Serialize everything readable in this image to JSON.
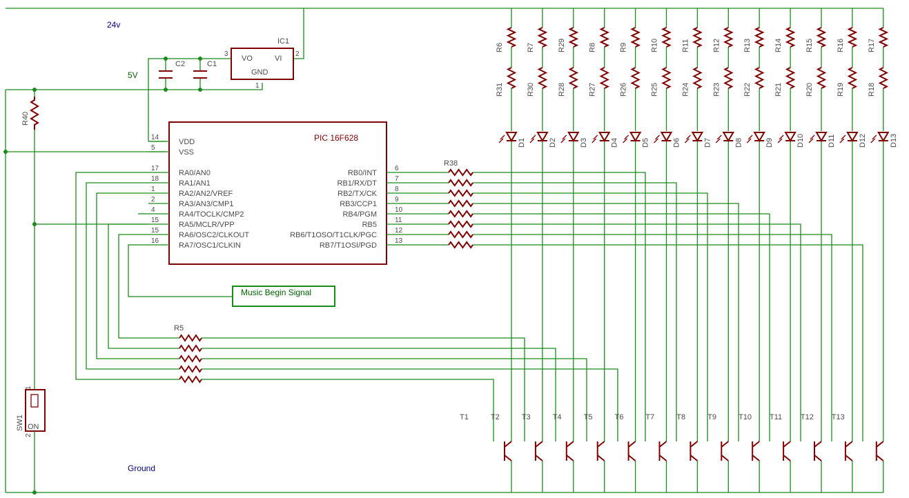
{
  "net_labels": {
    "v24": "24v",
    "v5": "5V",
    "ground": "Ground"
  },
  "regulator": {
    "name": "IC1",
    "vo": "VO",
    "vi": "VI",
    "gnd": "GND",
    "pin_vo": "3",
    "pin_vi": "2",
    "pin_gnd": "1"
  },
  "capacitors": [
    "C2",
    "C1"
  ],
  "pic": {
    "name": "PIC 16F628",
    "left_pins": [
      {
        "num": "14",
        "label": "VDD"
      },
      {
        "num": "5",
        "label": "VSS"
      },
      {
        "num": "17",
        "label": "RA0/AN0"
      },
      {
        "num": "18",
        "label": "RA1/AN1"
      },
      {
        "num": "1",
        "label": "RA2/AN2/VREF"
      },
      {
        "num": "2",
        "label": "RA3/AN3/CMP1"
      },
      {
        "num": "4",
        "label": "RA4/TOCLK/CMP2"
      },
      {
        "num": "15",
        "label": "RA5/MCLR/VPP"
      },
      {
        "num": "15",
        "label": "RA6/OSC2/CLKOUT"
      },
      {
        "num": "16",
        "label": "RA7/OSC1/CLKIN"
      }
    ],
    "right_pins": [
      {
        "num": "6",
        "label": "RB0/INT"
      },
      {
        "num": "7",
        "label": "RB1/RX/DT"
      },
      {
        "num": "8",
        "label": "RB2/TX/CK"
      },
      {
        "num": "9",
        "label": "RB3/CCP1"
      },
      {
        "num": "10",
        "label": "RB4/PGM"
      },
      {
        "num": "11",
        "label": "RB5"
      },
      {
        "num": "12",
        "label": "RB6/T1OSO/T1CLK/PGC"
      },
      {
        "num": "13",
        "label": "RB7/T1OSI/PGD"
      }
    ]
  },
  "pullup_resistor": "R40",
  "switch": {
    "name": "SW1",
    "on": "ON",
    "pin1": "1",
    "pin2": "2"
  },
  "music_signal": "Music Begin Signal",
  "rb_resistor_label": "R38",
  "ra_resistor_label": "R5",
  "led_columns": [
    {
      "top": "R6",
      "bottom": "R31",
      "led": "D1"
    },
    {
      "top": "R7",
      "bottom": "R30",
      "led": "D2"
    },
    {
      "top": "R29",
      "bottom": "R28",
      "led": "D3"
    },
    {
      "top": "R8",
      "bottom": "R27",
      "led": "D4"
    },
    {
      "top": "R9",
      "bottom": "R26",
      "led": "D5"
    },
    {
      "top": "R10",
      "bottom": "R25",
      "led": "D6"
    },
    {
      "top": "R11",
      "bottom": "R24",
      "led": "D7"
    },
    {
      "top": "R12",
      "bottom": "R23",
      "led": "D8"
    },
    {
      "top": "R13",
      "bottom": "R22",
      "led": "D9"
    },
    {
      "top": "R14",
      "bottom": "R21",
      "led": "D10"
    },
    {
      "top": "R15",
      "bottom": "R20",
      "led": "D11"
    },
    {
      "top": "R16",
      "bottom": "R19",
      "led": "D12"
    },
    {
      "top": "R17",
      "bottom": "R18",
      "led": "D13"
    }
  ],
  "transistors": [
    "T1",
    "T2",
    "T3",
    "T4",
    "T5",
    "T6",
    "T7",
    "T8",
    "T9",
    "T10",
    "T11",
    "T12",
    "T13"
  ],
  "colors": {
    "wire": "#1a8a1a",
    "part": "#800000",
    "label": "#4a4a4a",
    "net": "#006000"
  }
}
